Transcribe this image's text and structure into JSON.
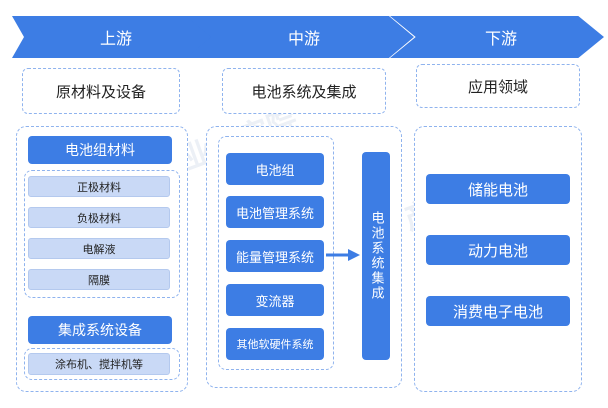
{
  "stages": [
    "上游",
    "中游",
    "下游"
  ],
  "headers": {
    "upstream": "原材料及设备",
    "midstream": "电池系统及集成",
    "downstream": "应用领域"
  },
  "upstream": {
    "materials_title": "电池组材料",
    "materials": [
      "正极材料",
      "负极材料",
      "电解液",
      "隔膜"
    ],
    "equipment_title": "集成系统设备",
    "equipment": [
      "涂布机、搅拌机等"
    ]
  },
  "midstream": {
    "components": [
      "电池组",
      "电池管理系统",
      "能量管理系统",
      "变流器",
      "其他软硬件系统"
    ],
    "integration": "电池系统集成"
  },
  "downstream": {
    "applications": [
      "储能电池",
      "动力电池",
      "消费电子电池"
    ]
  },
  "colors": {
    "accent": "#3d7de4",
    "light": "#c9d9f6",
    "border": "#8fb3ee"
  },
  "icons": [
    "arrow-right-icon"
  ]
}
